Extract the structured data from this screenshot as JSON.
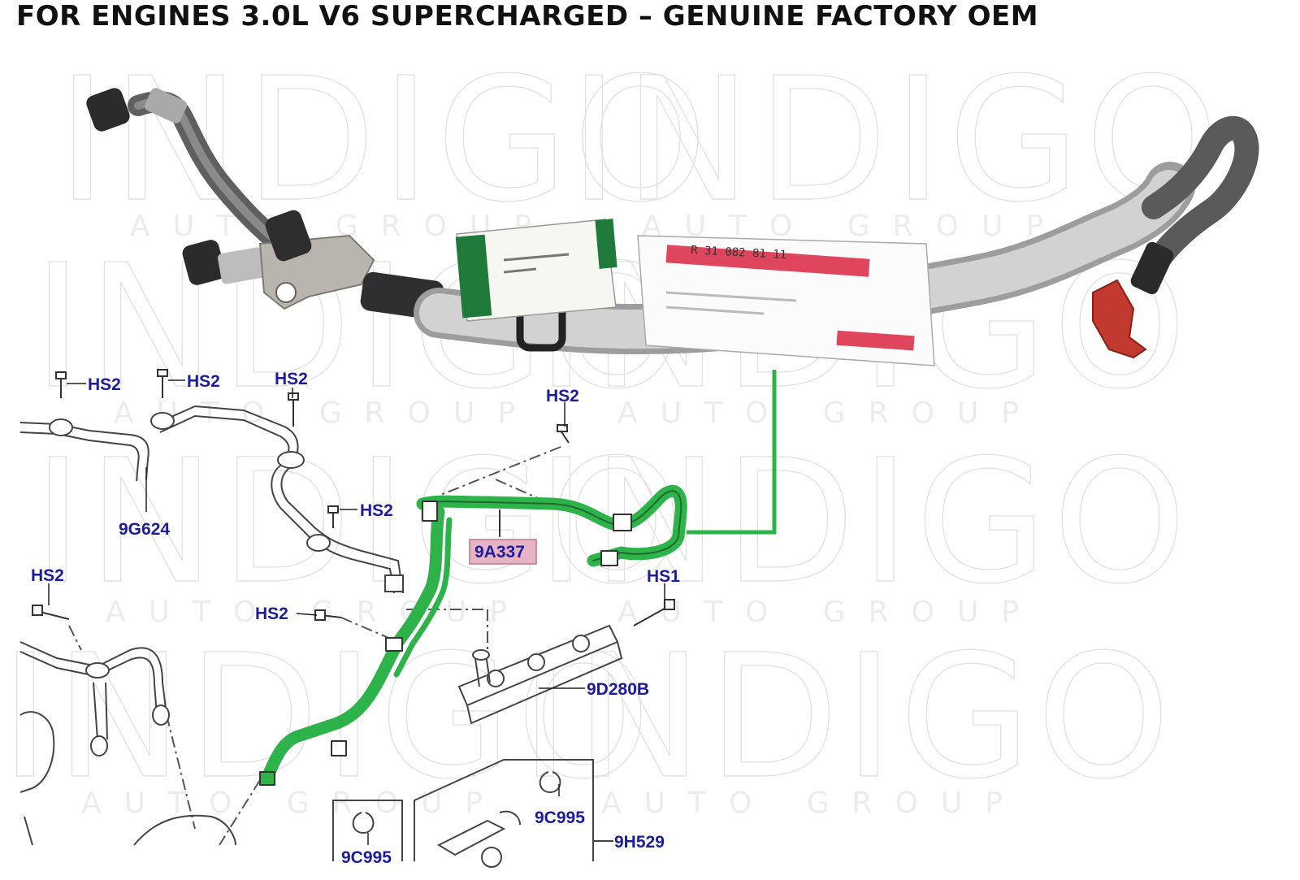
{
  "heading": "FOR ENGINES 3.0L V6 SUPERCHARGED – GENUINE FACTORY OEM",
  "watermark": {
    "brand": "INDIGO",
    "tagline": "AUTO GROUP"
  },
  "colors": {
    "highlight": "#2db34a",
    "label_blue": "#1c1c9c",
    "highlight_label_bg": "#e7b4c6",
    "hose": "#6b6b6b",
    "foil": "#c8c8c8",
    "tag_green": "#1f7a3a",
    "tag_red": "#e0455e",
    "connector_red": "#c23a2f"
  },
  "photo": {
    "tag_text": "R 31 082 81 11",
    "connector_icon": "quick-connect-red-icon"
  },
  "diagram_labels": {
    "hs2_1": "HS2",
    "hs2_2": "HS2",
    "hs2_3": "HS2",
    "hs2_4": "HS2",
    "hs2_5": "HS2",
    "hs2_6": "HS2",
    "hs2_7": "HS2",
    "hs1": "HS1",
    "p9g624": "9G624",
    "p9a337": "9A337",
    "p9d280b": "9D280B",
    "p9c995_a": "9C995",
    "p9c995_b": "9C995",
    "p9h529": "9H529"
  }
}
